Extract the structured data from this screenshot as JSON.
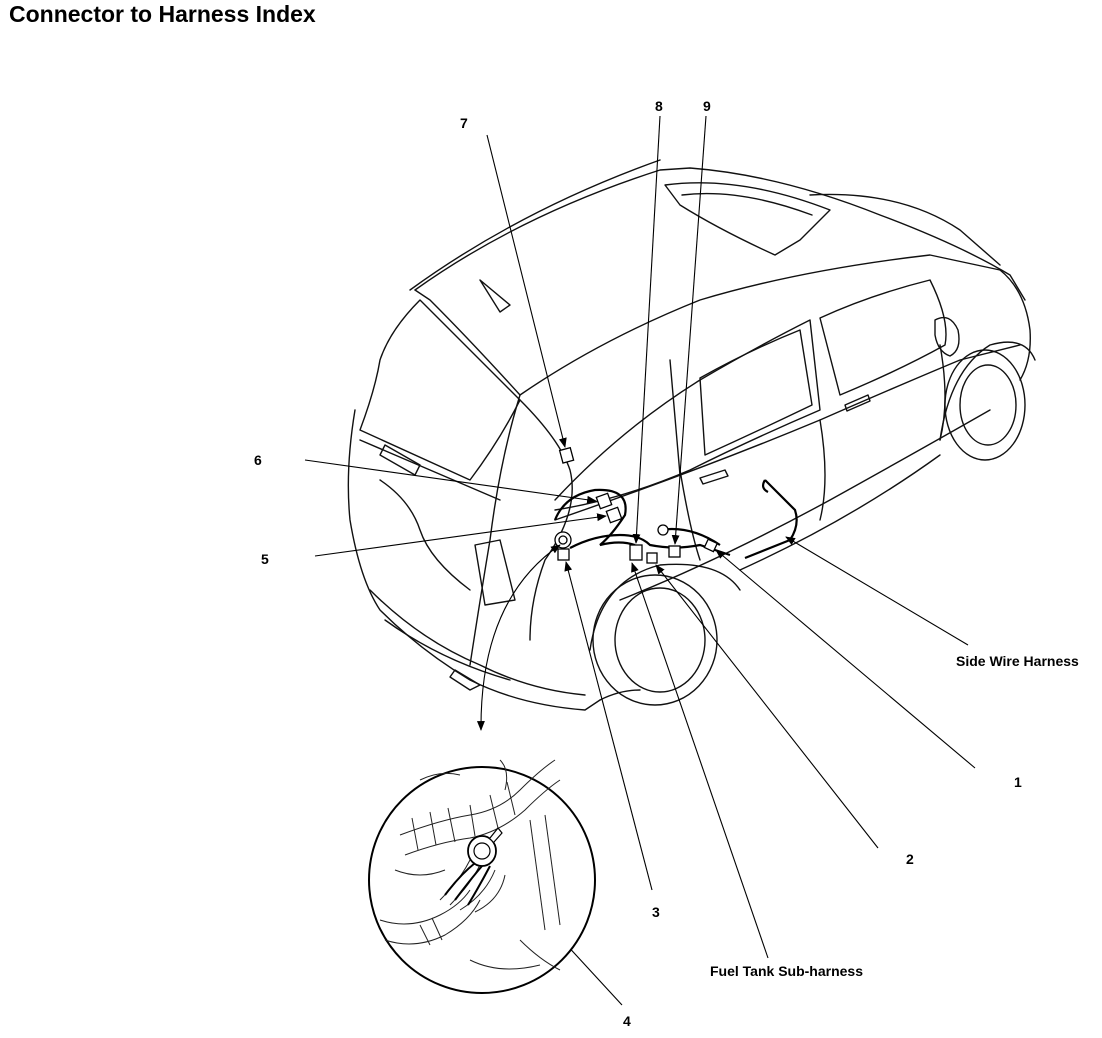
{
  "title": "Connector to Harness Index",
  "callouts": {
    "n1": "1",
    "n2": "2",
    "n3": "3",
    "n4": "4",
    "n5": "5",
    "n6": "6",
    "n7": "7",
    "n8": "8",
    "n9": "9",
    "side_wire_harness": "Side Wire Harness",
    "fuel_tank_sub_harness": "Fuel Tank Sub-harness"
  }
}
